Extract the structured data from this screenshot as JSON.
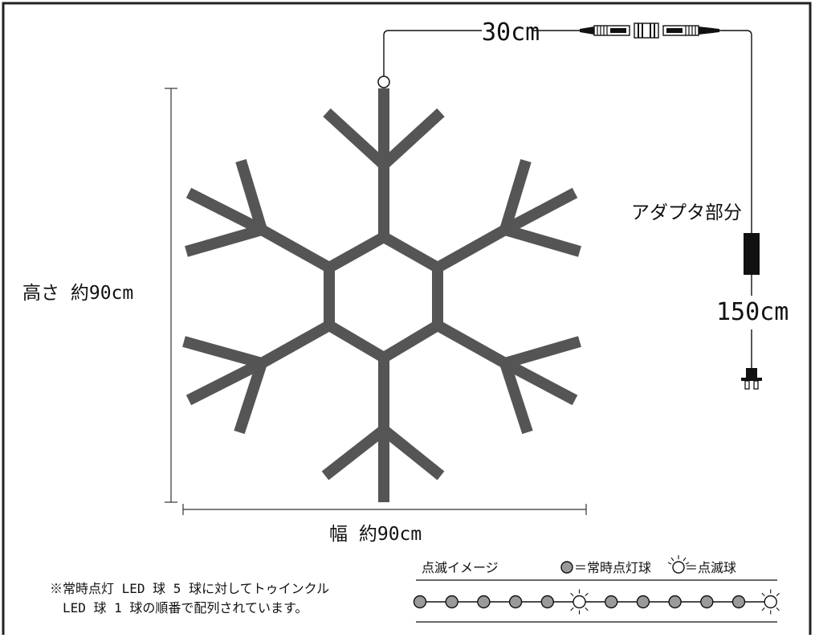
{
  "colors": {
    "snowflake": "#555555",
    "frame": "#222222",
    "wire": "#111111",
    "bulb_steady_fill": "#9a9a9a"
  },
  "labels": {
    "height": "高さ 約90cm",
    "width": "幅 約90cm",
    "wire_length_top": "30cm",
    "adapter": "アダプタ部分",
    "wire_length_side": "150cm"
  },
  "note": {
    "line1": "※常時点灯 LED 球 5 球に対してトゥインクル",
    "line2": "LED 球 1 球の順番で配列されています。"
  },
  "blink_legend": {
    "title": "点滅イメージ",
    "steady_label": "＝常時点灯球",
    "twinkle_label": "＝点滅球",
    "sequence": [
      "steady",
      "steady",
      "steady",
      "steady",
      "steady",
      "twinkle",
      "steady",
      "steady",
      "steady",
      "steady",
      "steady",
      "twinkle"
    ]
  }
}
